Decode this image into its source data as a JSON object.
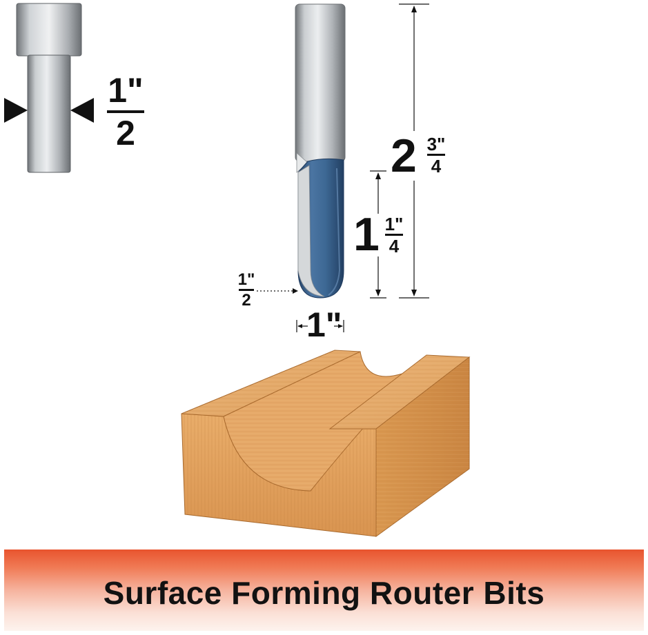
{
  "banner": {
    "title": "Surface Forming Router Bits"
  },
  "shank_diameter": {
    "whole": "1\"",
    "num": "",
    "den": "2"
  },
  "overall_length": {
    "whole": "2",
    "num": "3\"",
    "den": "4"
  },
  "cutting_length": {
    "whole": "1",
    "num": "1\"",
    "den": "4"
  },
  "radius": {
    "num": "1\"",
    "den": "2"
  },
  "cutting_diameter": {
    "value": "1\""
  },
  "colors": {
    "banner_top": "#e8542e",
    "bit_blue": "#3d6894",
    "shank_gray": "#b9bdc1",
    "wood": "#e1a561"
  },
  "icons": [
    "shank-icon",
    "arrow-right-icon",
    "arrow-left-icon",
    "router-bit-icon",
    "wood-block-icon"
  ]
}
